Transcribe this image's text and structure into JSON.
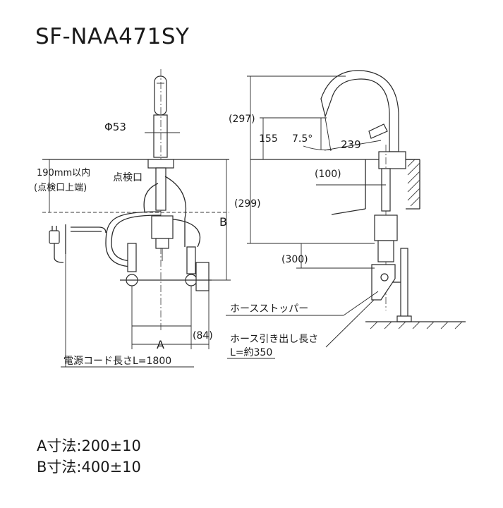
{
  "title": "SF-NAA471SY",
  "labels": {
    "phi53": "Φ53",
    "limit_190": "190mm以内",
    "limit_190_sub": "(点検口上端)",
    "inspection_port": "点検口",
    "dim_B": "B",
    "dim_A": "A",
    "dim_84": "(84)",
    "power_cord": "電源コード長さL=1800",
    "dim_297": "(297)",
    "dim_155": "155",
    "angle": "7.5°",
    "dim_239": "239",
    "dim_100": "(100)",
    "dim_299": "(299)",
    "dim_300": "(300)",
    "hose_stopper": "ホースストッパー",
    "hose_pull": "ホース引き出し長さ",
    "hose_pull_len": "L=約350"
  },
  "specs": {
    "a": "A寸法:200±10",
    "b": "B寸法:400±10"
  }
}
